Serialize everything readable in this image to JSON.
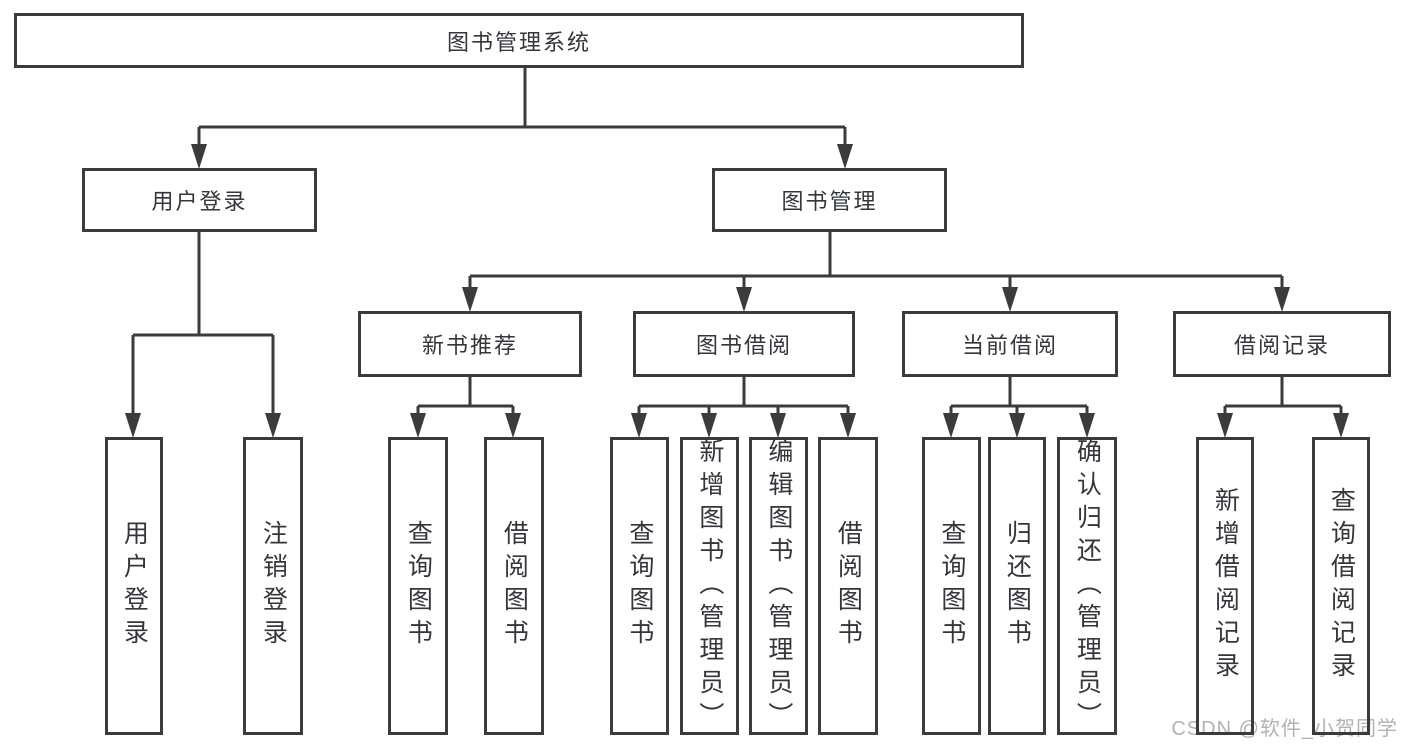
{
  "tree": {
    "root": {
      "label": "图书管理系统",
      "children": [
        {
          "label": "用户登录",
          "children": [
            {
              "label": "用户登录"
            },
            {
              "label": "注销登录"
            }
          ]
        },
        {
          "label": "图书管理",
          "children": [
            {
              "label": "新书推荐",
              "children": [
                {
                  "label": "查询图书"
                },
                {
                  "label": "借阅图书"
                }
              ]
            },
            {
              "label": "图书借阅",
              "children": [
                {
                  "label": "查询图书"
                },
                {
                  "label": "新增图书（管理员）"
                },
                {
                  "label": "编辑图书（管理员）"
                },
                {
                  "label": "借阅图书"
                }
              ]
            },
            {
              "label": "当前借阅",
              "children": [
                {
                  "label": "查询图书"
                },
                {
                  "label": "归还图书"
                },
                {
                  "label": "确认归还（管理员）"
                }
              ]
            },
            {
              "label": "借阅记录",
              "children": [
                {
                  "label": "新增借阅记录"
                },
                {
                  "label": "查询借阅记录"
                }
              ]
            }
          ]
        }
      ]
    }
  },
  "watermark": {
    "text": "CSDN @软件_小贺同学"
  },
  "colors": {
    "line": "#3b3b3b",
    "box_border": "#3b3b3b",
    "box_fill": "#ffffff",
    "text": "#33363b",
    "watermark": "#b2b2b2",
    "background": "#ffffff"
  }
}
